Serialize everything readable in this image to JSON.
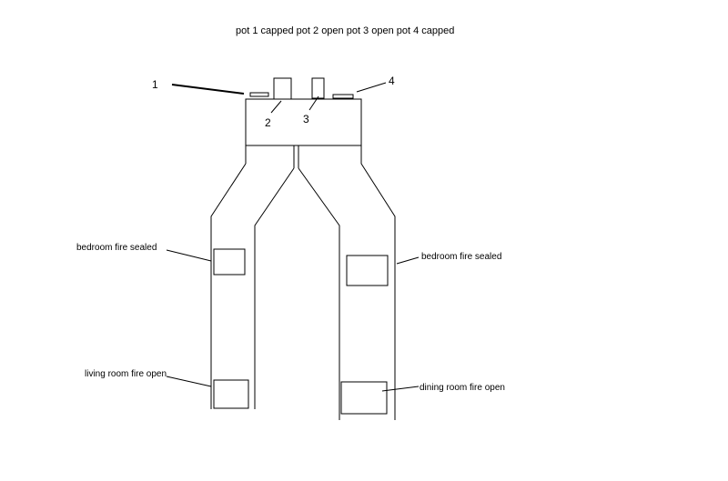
{
  "title": "pot 1 capped pot 2 open pot 3 open pot  4 capped",
  "pots": {
    "pot1": {
      "label": "1"
    },
    "pot2": {
      "label": "2"
    },
    "pot3": {
      "label": "3"
    },
    "pot4": {
      "label": "4"
    }
  },
  "fireplaces": {
    "left_upper": {
      "label": "bedroom fire sealed"
    },
    "right_upper": {
      "label": "bedroom fire sealed"
    },
    "left_lower": {
      "label": "living room fire open"
    },
    "right_lower": {
      "label": "dining room fire open"
    }
  }
}
